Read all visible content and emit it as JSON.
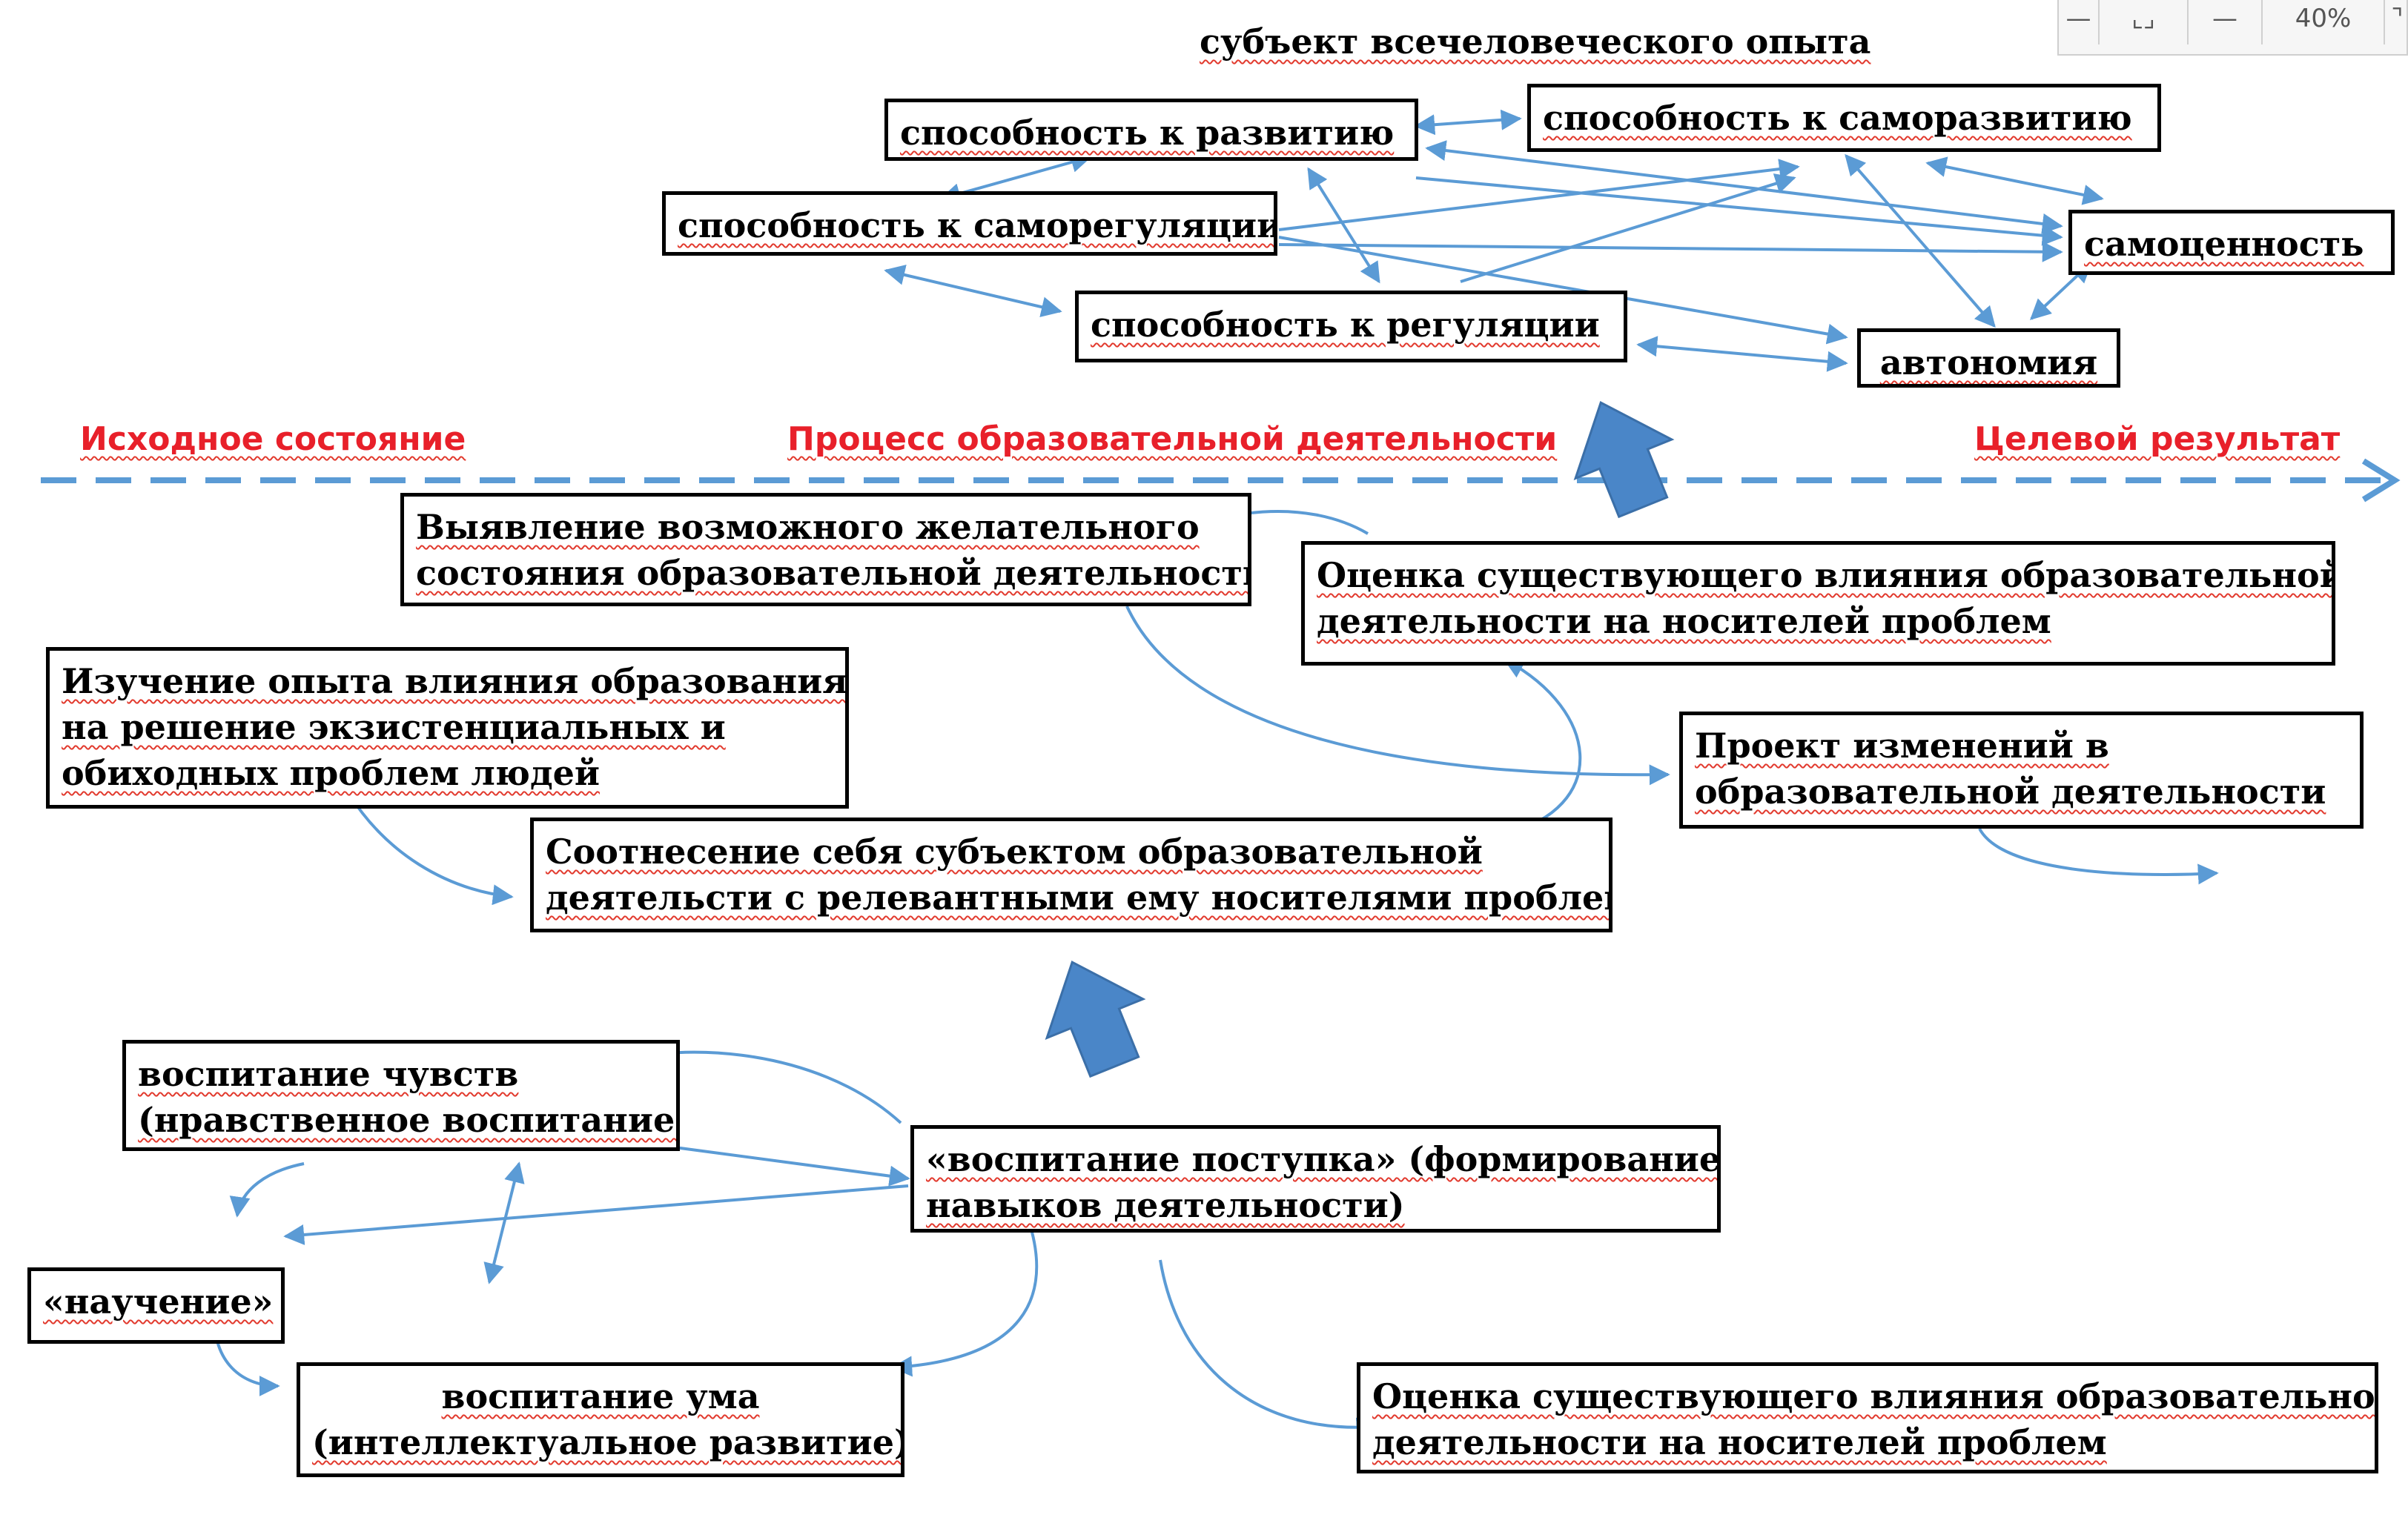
{
  "diagram": {
    "title": "субъект всечеловеческого опыта",
    "top_boxes": {
      "development": "способность к развитию",
      "self_development": "способность к саморазвитию",
      "self_regulation": "способность к саморегуляции",
      "self_esteem": "самоценность",
      "regulation": "способность к регуляции",
      "autonomy": "автономия"
    },
    "phases": {
      "initial": "Исходное состояние",
      "process": "Процесс образовательной деятельности",
      "target": "Целевой результат"
    },
    "process_boxes": {
      "identify_state": [
        "Выявление возможного желательного",
        "состояния образовательной деятельности"
      ],
      "assess_influence": [
        "Оценка существующего влияния образовательной",
        "деятельности на носителей проблем"
      ],
      "study_experience": [
        "Изучение опыта влияния образования",
        "на решение экзистенциальных и",
        "обиходных проблем людей"
      ],
      "change_project": [
        "Проект изменений в",
        "образовательной деятельности"
      ],
      "correlation": [
        "Соотнесение себя субъектом образовательной",
        "деятельсти с релевантными ему носителями проблем"
      ]
    },
    "bottom_boxes": {
      "feelings": [
        "воспитание чувств",
        "(нравственное воспитание)"
      ],
      "action": [
        "«воспитание поступка» (формирование",
        "навыков деятельности)"
      ],
      "learning": "«научение»",
      "mind": [
        "воспитание ума",
        "(интеллектуальное развитие)"
      ],
      "assess_influence_2": [
        "Оценка существующего влияния образовательной",
        "деятельности на носителей проблем"
      ]
    }
  },
  "toolbar": {
    "minimize_icon": "minimize-icon",
    "fit_icon": "fit-screen-icon",
    "zoom": "40%"
  },
  "colors": {
    "arrow": "#5b9bd5",
    "phase_text": "#e8202a",
    "block_arrow": "#4a86c8"
  }
}
